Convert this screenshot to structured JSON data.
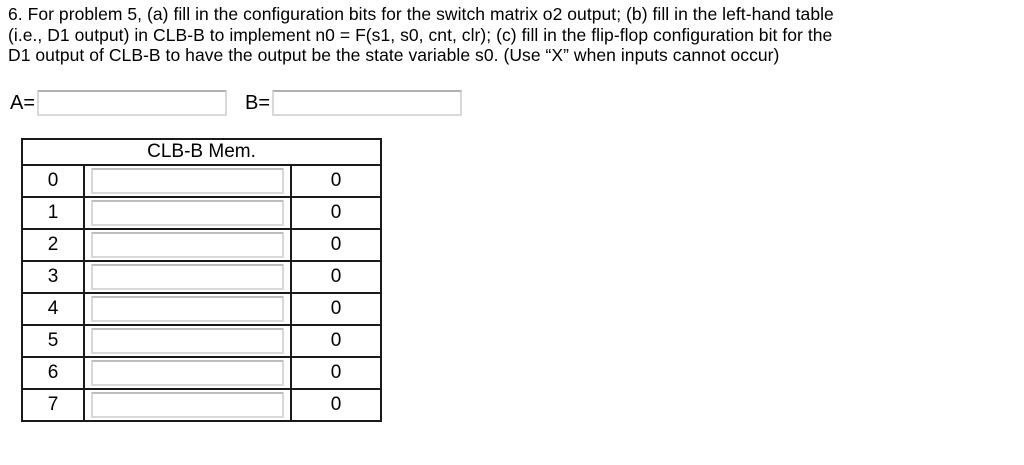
{
  "question": {
    "lines": [
      "6. For problem 5, (a) fill in the configuration bits for the switch matrix o2 output; (b) fill in the left-hand table",
      "(i.e., D1 output) in CLB-B to implement n0 = F(s1, s0, cnt, clr); (c) fill in the flip-flop configuration bit for the",
      "D1 output of CLB-B to have the output be the state variable s0. (Use “X” when inputs cannot occur)"
    ]
  },
  "config_inputs": {
    "a_label": "A=",
    "a_value": "",
    "b_label": "B=",
    "b_value": ""
  },
  "table": {
    "title": "CLB-B Mem.",
    "rows": [
      {
        "index": "0",
        "input_value": "",
        "ff_bit": "0"
      },
      {
        "index": "1",
        "input_value": "",
        "ff_bit": "0"
      },
      {
        "index": "2",
        "input_value": "",
        "ff_bit": "0"
      },
      {
        "index": "3",
        "input_value": "",
        "ff_bit": "0"
      },
      {
        "index": "4",
        "input_value": "",
        "ff_bit": "0"
      },
      {
        "index": "5",
        "input_value": "",
        "ff_bit": "0"
      },
      {
        "index": "6",
        "input_value": "",
        "ff_bit": "0"
      },
      {
        "index": "7",
        "input_value": "",
        "ff_bit": "0"
      }
    ]
  }
}
